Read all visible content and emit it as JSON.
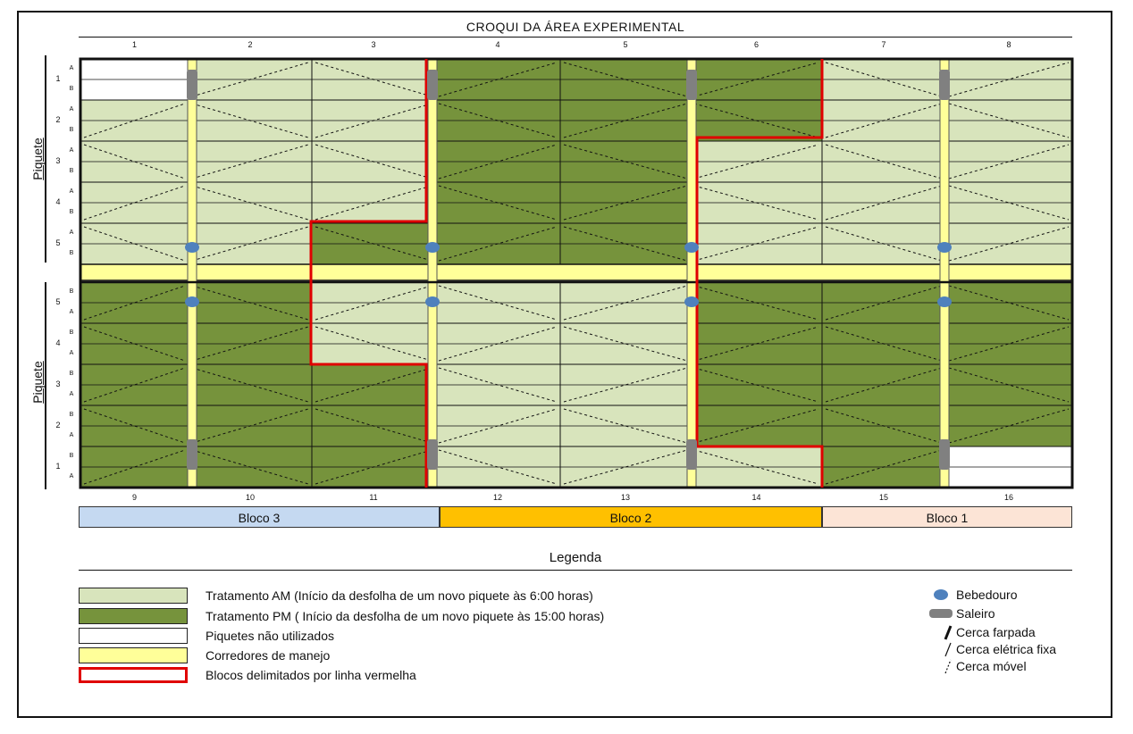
{
  "title": "CROQUI DA ÁREA EXPERIMENTAL",
  "top_columns": [
    "1",
    "2",
    "3",
    "4",
    "5",
    "6",
    "7",
    "8"
  ],
  "bottom_columns": [
    "9",
    "10",
    "11",
    "12",
    "13",
    "14",
    "15",
    "16"
  ],
  "top_rows": [
    "1",
    "2",
    "3",
    "4",
    "5"
  ],
  "bottom_rows": [
    "5",
    "4",
    "3",
    "2",
    "1"
  ],
  "top_half_labels": [
    "A",
    "B"
  ],
  "bottom_half_labels": [
    "B",
    "A"
  ],
  "piquete_label": "Piquete",
  "blocks": [
    {
      "label": "Bloco 3",
      "color": "#c5d9f1"
    },
    {
      "label": "Bloco 2",
      "color": "#ffc000"
    },
    {
      "label": "Bloco 1",
      "color": "#fce4d6"
    }
  ],
  "colors": {
    "am": "#d8e4bc",
    "pm": "#76933c",
    "unused": "#ffffff",
    "corridor": "#ffff99",
    "boundary": "#e00000",
    "bebedouro": "#4f81bd",
    "saleiro": "#808080"
  },
  "grid": {
    "top": [
      [
        "U",
        "A",
        "A",
        "P",
        "P",
        "P",
        "A",
        "A"
      ],
      [
        "A",
        "A",
        "A",
        "P",
        "P",
        "P",
        "A",
        "A"
      ],
      [
        "A",
        "A",
        "A",
        "P",
        "P",
        "A",
        "A",
        "A"
      ],
      [
        "A",
        "A",
        "A",
        "P",
        "P",
        "A",
        "A",
        "A"
      ],
      [
        "A",
        "A",
        "P",
        "P",
        "P",
        "A",
        "A",
        "A"
      ]
    ],
    "bottom": [
      [
        "P",
        "P",
        "A",
        "A",
        "A",
        "P",
        "P",
        "P"
      ],
      [
        "P",
        "P",
        "A",
        "A",
        "A",
        "P",
        "P",
        "P"
      ],
      [
        "P",
        "P",
        "P",
        "A",
        "A",
        "P",
        "P",
        "P"
      ],
      [
        "P",
        "P",
        "P",
        "A",
        "A",
        "P",
        "P",
        "P"
      ],
      [
        "P",
        "P",
        "P",
        "A",
        "A",
        "A",
        "P",
        "U"
      ]
    ]
  },
  "legend": {
    "title": "Legenda",
    "items": [
      {
        "label": "Tratamento AM (Início da desfolha de um novo piquete às 6:00 horas)",
        "kind": "am"
      },
      {
        "label": "Tratamento PM ( Início da desfolha de um novo piquete às 15:00 horas)",
        "kind": "pm"
      },
      {
        "label": "Piquetes não utilizados",
        "kind": "unused"
      },
      {
        "label": "Corredores de manejo",
        "kind": "corridor"
      },
      {
        "label": "Blocos delimitados por linha vermelha",
        "kind": "boundary"
      }
    ],
    "symbols": [
      {
        "label": "Bebedouro",
        "icon": "water-trough-icon"
      },
      {
        "label": "Saleiro",
        "icon": "salt-lick-icon"
      },
      {
        "label": "Cerca farpada",
        "icon": "barbed-wire-fence-icon"
      },
      {
        "label": "Cerca elétrica fixa",
        "icon": "fixed-electric-fence-icon"
      },
      {
        "label": "Cerca móvel",
        "icon": "mobile-fence-icon"
      }
    ]
  }
}
